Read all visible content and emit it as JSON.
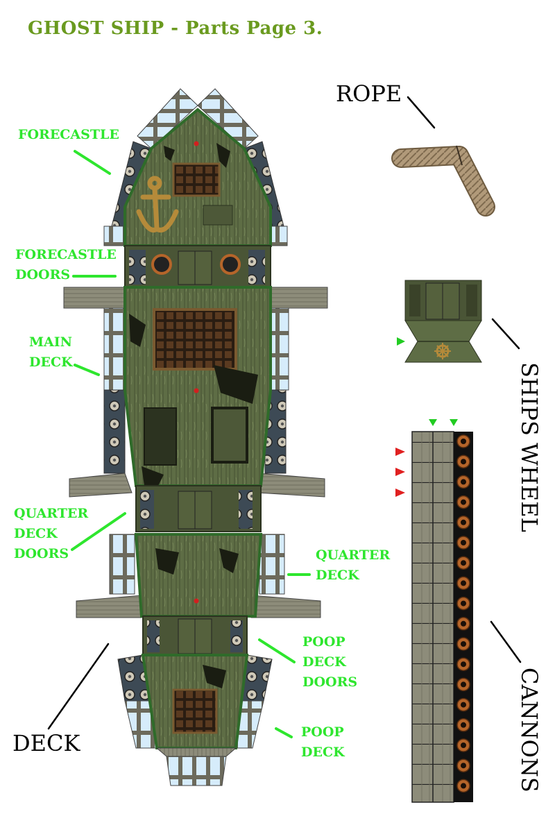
{
  "page": {
    "title": "GHOST SHIP - Parts Page 3."
  },
  "labels": {
    "forecastle": "FORECASTLE",
    "forecastle_doors": [
      "FORECASTLE",
      "DOORS"
    ],
    "main_deck": [
      "MAIN",
      "DECK"
    ],
    "quarter_deck_doors": [
      "QUARTER",
      "DECK",
      "DOORS"
    ],
    "quarter_deck": [
      "QUARTER",
      "DECK"
    ],
    "poop_deck_doors": [
      "POOP",
      "DECK",
      "DOORS"
    ],
    "poop_deck": [
      "POOP",
      "DECK"
    ],
    "deck": "DECK",
    "rope": "ROPE",
    "ships_wheel": "SHIPS WHEEL",
    "cannons": "CANNONS"
  },
  "colors": {
    "title": "#6a9a1f",
    "label_green": "#2ee62e",
    "label_black": "#000000",
    "wood_green": "#5e6d45",
    "wood_dark": "#3f4a2c",
    "hull_edge": "#2f6b2a",
    "plank_grey": "#8b8a78",
    "window_blue": "#d6ecfb",
    "rope_tan": "#b19a7a",
    "cannon_ring": "#b5652a",
    "fold_marker_green": "#22cc22",
    "fold_marker_red": "#e02020"
  },
  "icons": [
    "anchor-icon",
    "porthole-icon",
    "grate-icon",
    "ships-wheel-icon",
    "cannon-port-icon",
    "fold-marker-icon"
  ]
}
